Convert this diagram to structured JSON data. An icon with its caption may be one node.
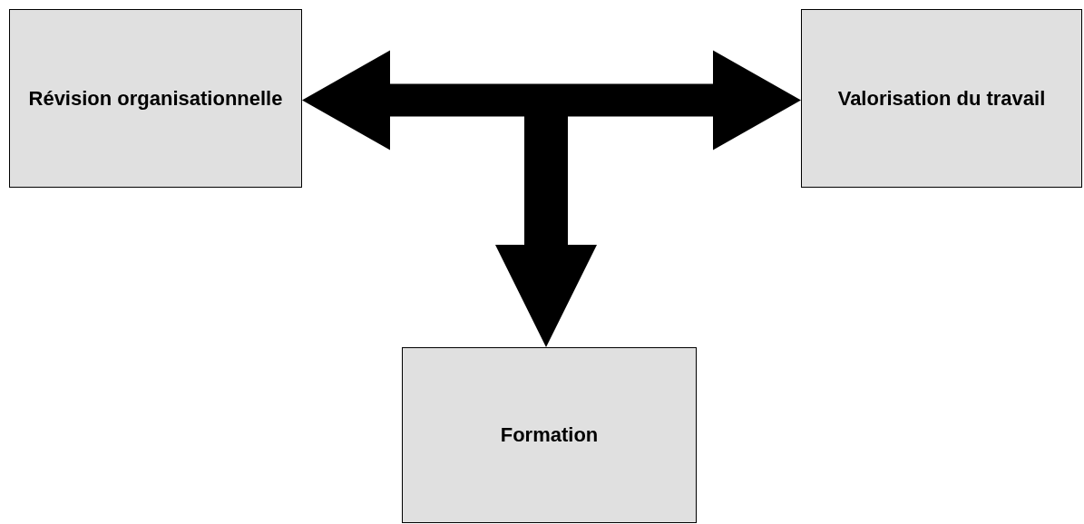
{
  "diagram": {
    "nodes": [
      {
        "text": [
          "Révision organisationnelle"
        ]
      },
      {
        "text": [
          "Valorisation du travail"
        ]
      },
      {
        "text": [
          "Formation"
        ]
      }
    ],
    "edges": [
      {
        "from": 0,
        "to": 1,
        "arrow": "both"
      },
      {
        "from": null,
        "to": 2,
        "arrow": "to"
      }
    ]
  }
}
